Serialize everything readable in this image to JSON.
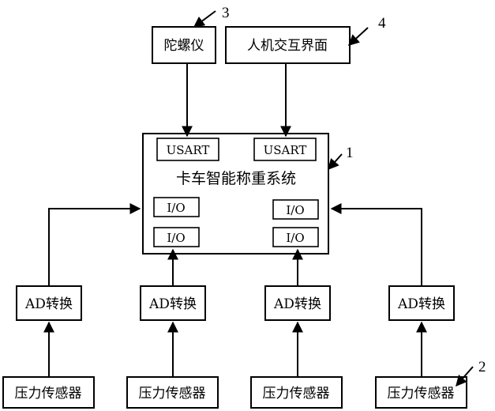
{
  "gyroscope": {
    "label": "陀螺仪",
    "callout": "3"
  },
  "hmi": {
    "label": "人机交互界面",
    "callout": "4"
  },
  "system": {
    "title": "卡车智能称重系统",
    "callout": "1",
    "usart_left": "USART",
    "usart_right": "USART",
    "io_top_left": "I/O",
    "io_top_right": "I/O",
    "io_bottom_left": "I/O",
    "io_bottom_right": "I/O"
  },
  "channels": [
    {
      "ad": "AD转换",
      "sensor": "压力传感器"
    },
    {
      "ad": "AD转换",
      "sensor": "压力传感器"
    },
    {
      "ad": "AD转换",
      "sensor": "压力传感器"
    },
    {
      "ad": "AD转换",
      "sensor": "压力传感器"
    }
  ],
  "sensor_callout": "2"
}
